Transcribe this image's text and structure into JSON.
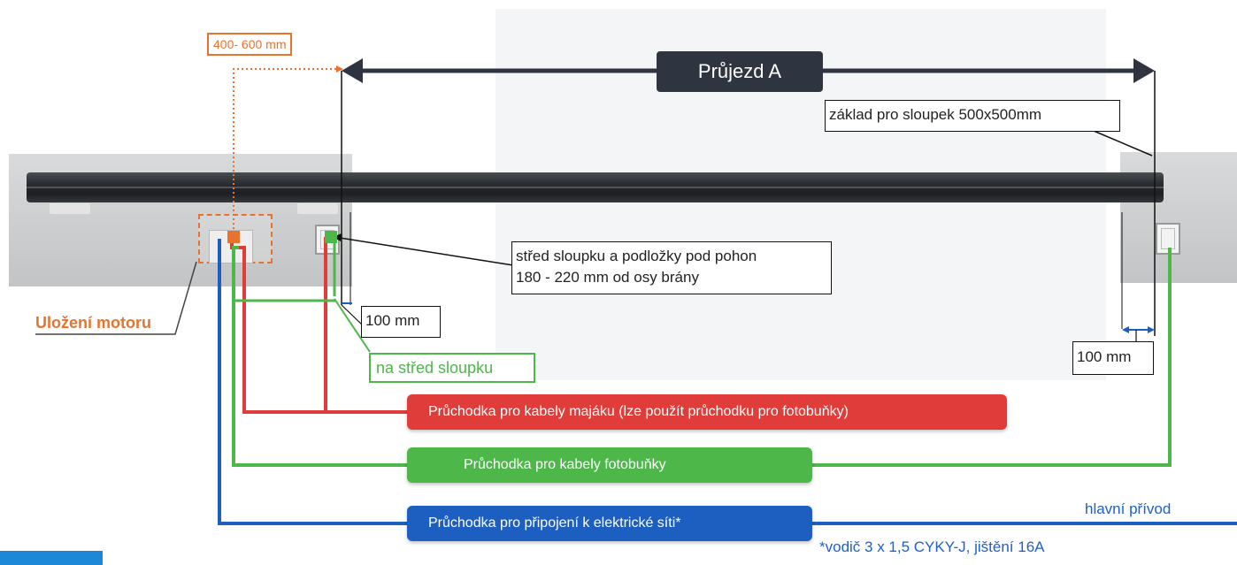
{
  "labels": {
    "dim_400_600": "400- 600 mm",
    "pujezd": "Průjezd A",
    "zaklad": "základ pro sloupek 500x500mm",
    "stred_line1": "střed sloupku a podložky pod pohon",
    "stred_line2": "180 - 220 mm od osy brány",
    "dim_100_left": "100 mm",
    "dim_100_right": "100 mm",
    "na_stred": "na střed sloupku",
    "ulozeni": "Uložení motoru",
    "pruchodka_majak": "Průchodka pro kabely majáku (lze použít průchodku pro fotobuňky)",
    "pruchodka_foto": "Průchodka pro kabely fotobuňky",
    "pruchodka_sit": "Průchodka pro připojení k elektrické síti*",
    "hlavni": "hlavní přívod",
    "vodic": "*vodič 3 x 1,5 CYKY-J, jištění 16A"
  },
  "colors": {
    "orange": "#e8732e",
    "red": "#e03c3a",
    "green": "#4db74a",
    "blue": "#1d5fc0",
    "dark": "#2f3540"
  }
}
